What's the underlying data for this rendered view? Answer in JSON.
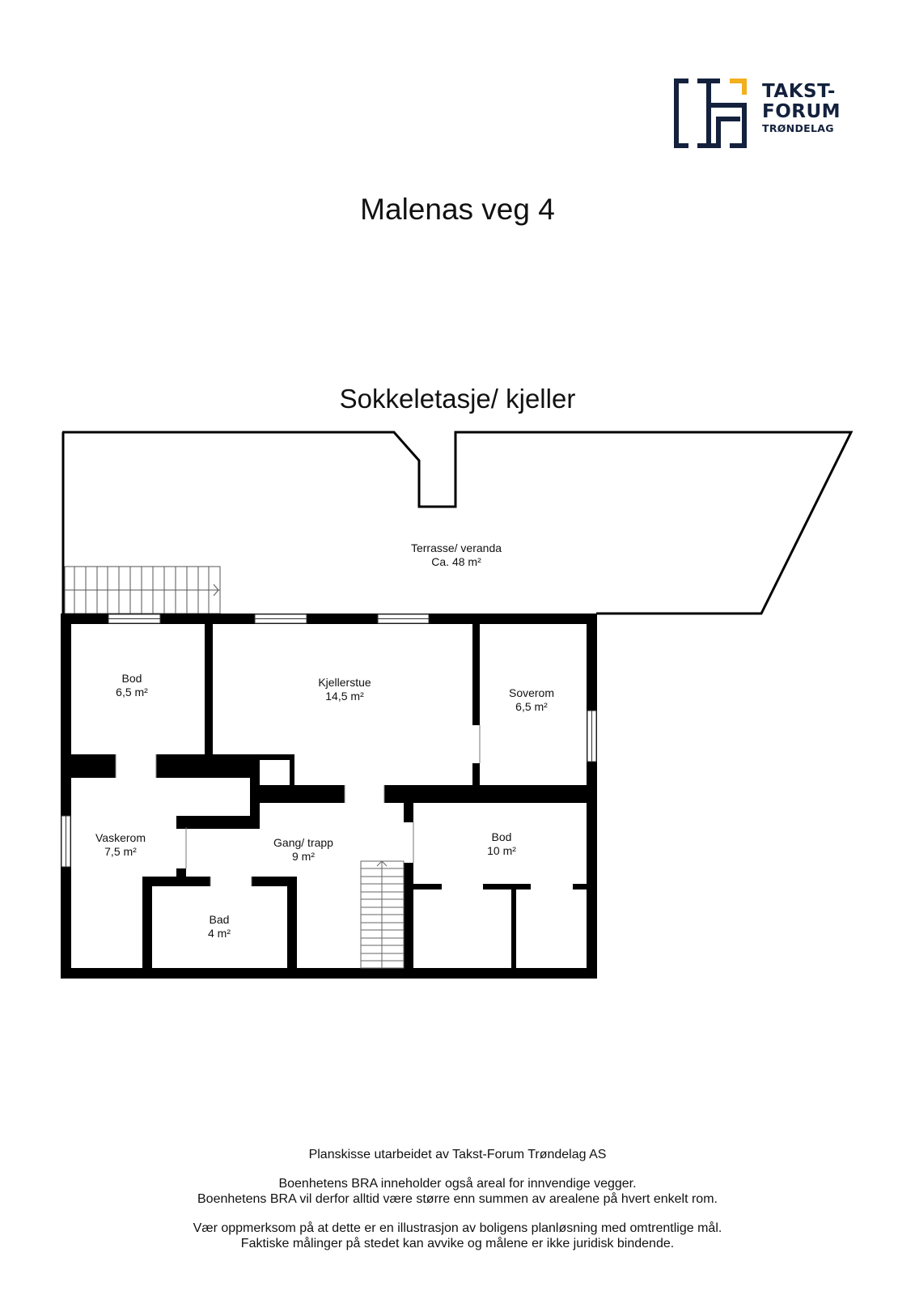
{
  "logo": {
    "line1": "TAKST-",
    "line2": "FORUM",
    "line3": "TRØNDELAG",
    "colors": {
      "navy": "#14213d",
      "accent": "#f2b01e"
    }
  },
  "title": "Malenas veg 4",
  "floor_title": "Sokkeletasje/ kjeller",
  "rooms": [
    {
      "name": "Terrasse/ veranda",
      "area": "Ca. 48 m²"
    },
    {
      "name": "Bod",
      "area": "6,5 m²"
    },
    {
      "name": "Kjellerstue",
      "area": "14,5 m²"
    },
    {
      "name": "Soverom",
      "area": "6,5 m²"
    },
    {
      "name": "Vaskerom",
      "area": "7,5 m²"
    },
    {
      "name": "Gang/ trapp",
      "area": "9 m²"
    },
    {
      "name": "Bod",
      "area": "10 m²"
    },
    {
      "name": "Bad",
      "area": "4 m²"
    }
  ],
  "footer": {
    "line1": "Planskisse utarbeidet av Takst-Forum Trøndelag AS",
    "line2": "Boenhetens BRA inneholder også areal for innvendige vegger.",
    "line3": "Boenhetens BRA vil derfor alltid være større enn summen av arealene på hvert enkelt rom.",
    "line4": "Vær oppmerksom på at dette er en illustrasjon av boligens planløsning med omtrentlige mål.",
    "line5": "Faktiske målinger på stedet kan avvike og målene er ikke juridisk bindende."
  }
}
